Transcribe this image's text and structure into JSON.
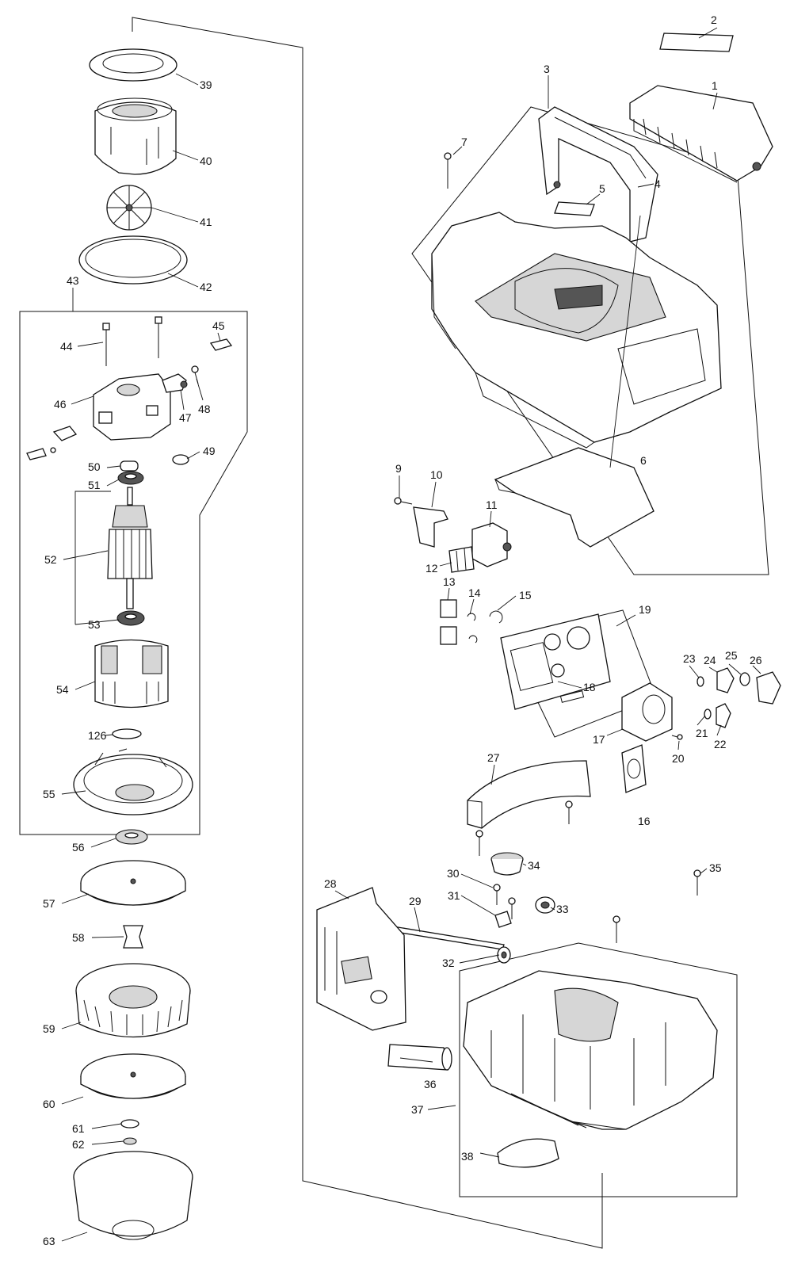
{
  "labels": {
    "p1": "1",
    "p2": "2",
    "p3": "3",
    "p4": "4",
    "p5": "5",
    "p6": "6",
    "p7": "7",
    "p9": "9",
    "p10": "10",
    "p11": "11",
    "p12": "12",
    "p13": "13",
    "p14": "14",
    "p15": "15",
    "p16": "16",
    "p17": "17",
    "p18": "18",
    "p19": "19",
    "p20": "20",
    "p21": "21",
    "p22": "22",
    "p23": "23",
    "p24": "24",
    "p25": "25",
    "p26": "26",
    "p27": "27",
    "p28": "28",
    "p29": "29",
    "p30": "30",
    "p31": "31",
    "p32": "32",
    "p33": "33",
    "p34": "34",
    "p35": "35",
    "p36": "36",
    "p37": "37",
    "p38": "38",
    "p39": "39",
    "p40": "40",
    "p41": "41",
    "p42": "42",
    "p43": "43",
    "p44": "44",
    "p45": "45",
    "p46": "46",
    "p47": "47",
    "p48": "48",
    "p49": "49",
    "p50": "50",
    "p51": "51",
    "p52": "52",
    "p53": "53",
    "p54": "54",
    "p55": "55",
    "p56": "56",
    "p57": "57",
    "p58": "58",
    "p59": "59",
    "p60": "60",
    "p61": "61",
    "p62": "62",
    "p63": "63",
    "p126": "126"
  }
}
